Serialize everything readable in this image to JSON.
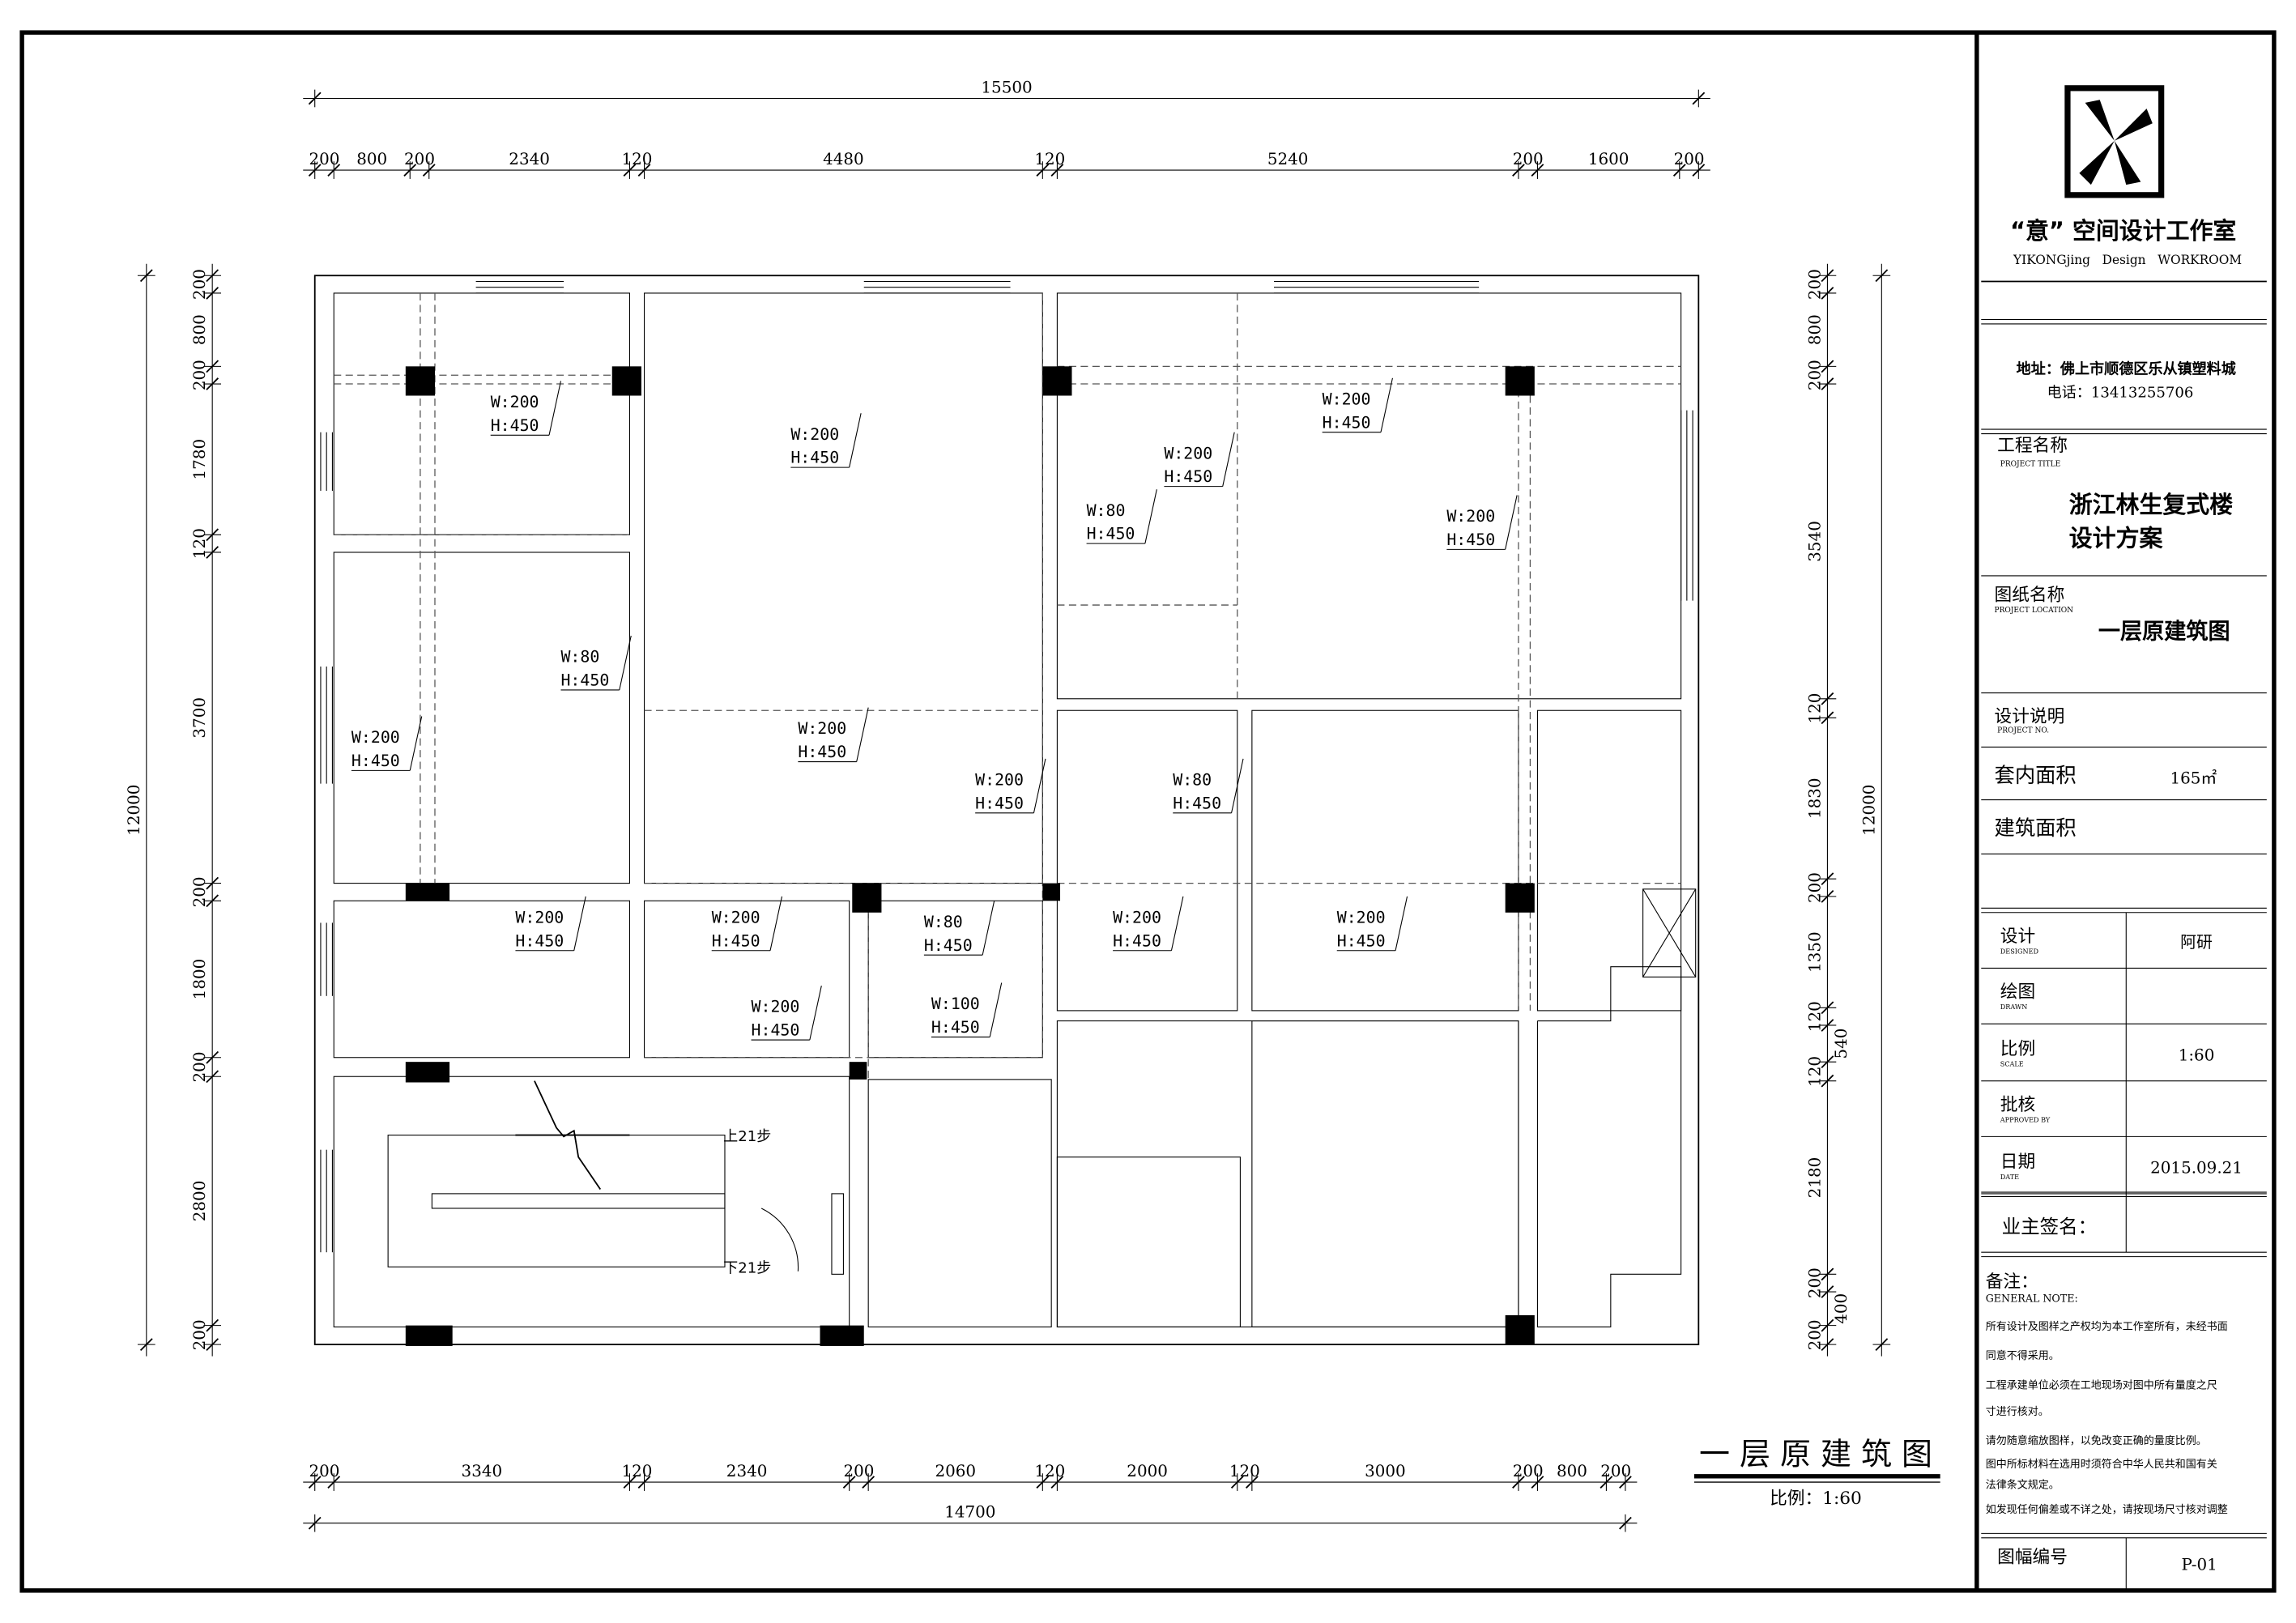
{
  "title_block": {
    "studio_name": "“意” 空间设计工作室",
    "studio_name_en": "YIKONGjing   Design   WORKROOM",
    "address": "地址：佛上市顺德区乐从镇塑料城",
    "phone": "电话：13413255706",
    "project_title_label": "工程名称",
    "project_title_label_en": "PROJECT TITLE",
    "project_title_line1": "浙江林生复式楼",
    "project_title_line2": "设计方案",
    "drawing_name_label": "图纸名称",
    "drawing_name_label_en": "PROJECT LOCATION",
    "drawing_name": "一层原建筑图",
    "design_notes_label": "设计说明",
    "design_notes_label_en": "PROJECT NO.",
    "inner_area_label": "套内面积",
    "inner_area_value": "165㎡",
    "building_area_label": "建筑面积",
    "designed_label": "设计",
    "designed_label_en": "DESIGNED",
    "designed_value": "阿研",
    "drawn_label": "绘图",
    "drawn_label_en": "DRAWN",
    "scale_label": "比例",
    "scale_label_en": "SCALE",
    "scale_value": "1:60",
    "approved_label": "批核",
    "approved_label_en": "APPROVED BY",
    "date_label": "日期",
    "date_label_en": "DATE",
    "date_value": "2015.09.21",
    "owner_sign_label": "业主签名：",
    "notes_label": "备注：",
    "notes_label_en": "GENERAL NOTE:",
    "notes": [
      "所有设计及图样之产权均为本工作室所有，未经书面",
      "同意不得采用。",
      "工程承建单位必须在工地现场对图中所有量度之尺",
      "寸进行核对。",
      "请勿随意缩放图样，以免改变正确的量度比例。",
      "图中所标材料在选用时须符合中华人民共和国有关",
      "法律条文规定。",
      "如发现任何偏差或不详之处，请按现场尺寸核对调整"
    ],
    "sheet_no_label": "图幅编号",
    "sheet_no_value": "P-01"
  },
  "plan": {
    "title": "一 层 原 建 筑 图",
    "scale": "比例：1:60",
    "stair_up": "上21步",
    "stair_down": "下21步",
    "dims_top_total": "15500",
    "dims_top": [
      "200",
      "800",
      "200",
      "2340",
      "120",
      "4480",
      "120",
      "5240",
      "200",
      "1600",
      "200"
    ],
    "dims_bottom_total": "14700",
    "dims_bottom": [
      "200",
      "3340",
      "120",
      "2340",
      "200",
      "2060",
      "120",
      "2000",
      "120",
      "3000",
      "200",
      "800",
      "200"
    ],
    "dims_left_total": "12000",
    "dims_left": [
      "200",
      "800",
      "200",
      "1780",
      "120",
      "3700",
      "200",
      "1800",
      "200",
      "2800",
      "200"
    ],
    "dims_right_total": "12000",
    "dims_right": [
      "200",
      "800",
      "200",
      "3540",
      "120",
      "1830",
      "200",
      "1350",
      "120",
      "540",
      "120",
      "2180",
      "200",
      "400",
      "200"
    ],
    "beams": [
      {
        "w": "W:200",
        "h": "H:450"
      },
      {
        "w": "W:80",
        "h": "H:450"
      },
      {
        "w": "W:200",
        "h": "H:450"
      },
      {
        "w": "W:200",
        "h": "H:450"
      },
      {
        "w": "W:200",
        "h": "H:450"
      },
      {
        "w": "W:200",
        "h": "H:450"
      },
      {
        "w": "W:80",
        "h": "H:450"
      },
      {
        "w": "W:200",
        "h": "H:450"
      },
      {
        "w": "W:200",
        "h": "H:450"
      },
      {
        "w": "W:80",
        "h": "H:450"
      },
      {
        "w": "W:200",
        "h": "H:450"
      },
      {
        "w": "W:200",
        "h": "H:450"
      },
      {
        "w": "W:200",
        "h": "H:450"
      },
      {
        "w": "W:80",
        "h": "H:450"
      },
      {
        "w": "W:200",
        "h": "H:450"
      },
      {
        "w": "W:200",
        "h": "H:450"
      },
      {
        "w": "W:200",
        "h": "H:450"
      },
      {
        "w": "W:100",
        "h": "H:450"
      }
    ]
  }
}
